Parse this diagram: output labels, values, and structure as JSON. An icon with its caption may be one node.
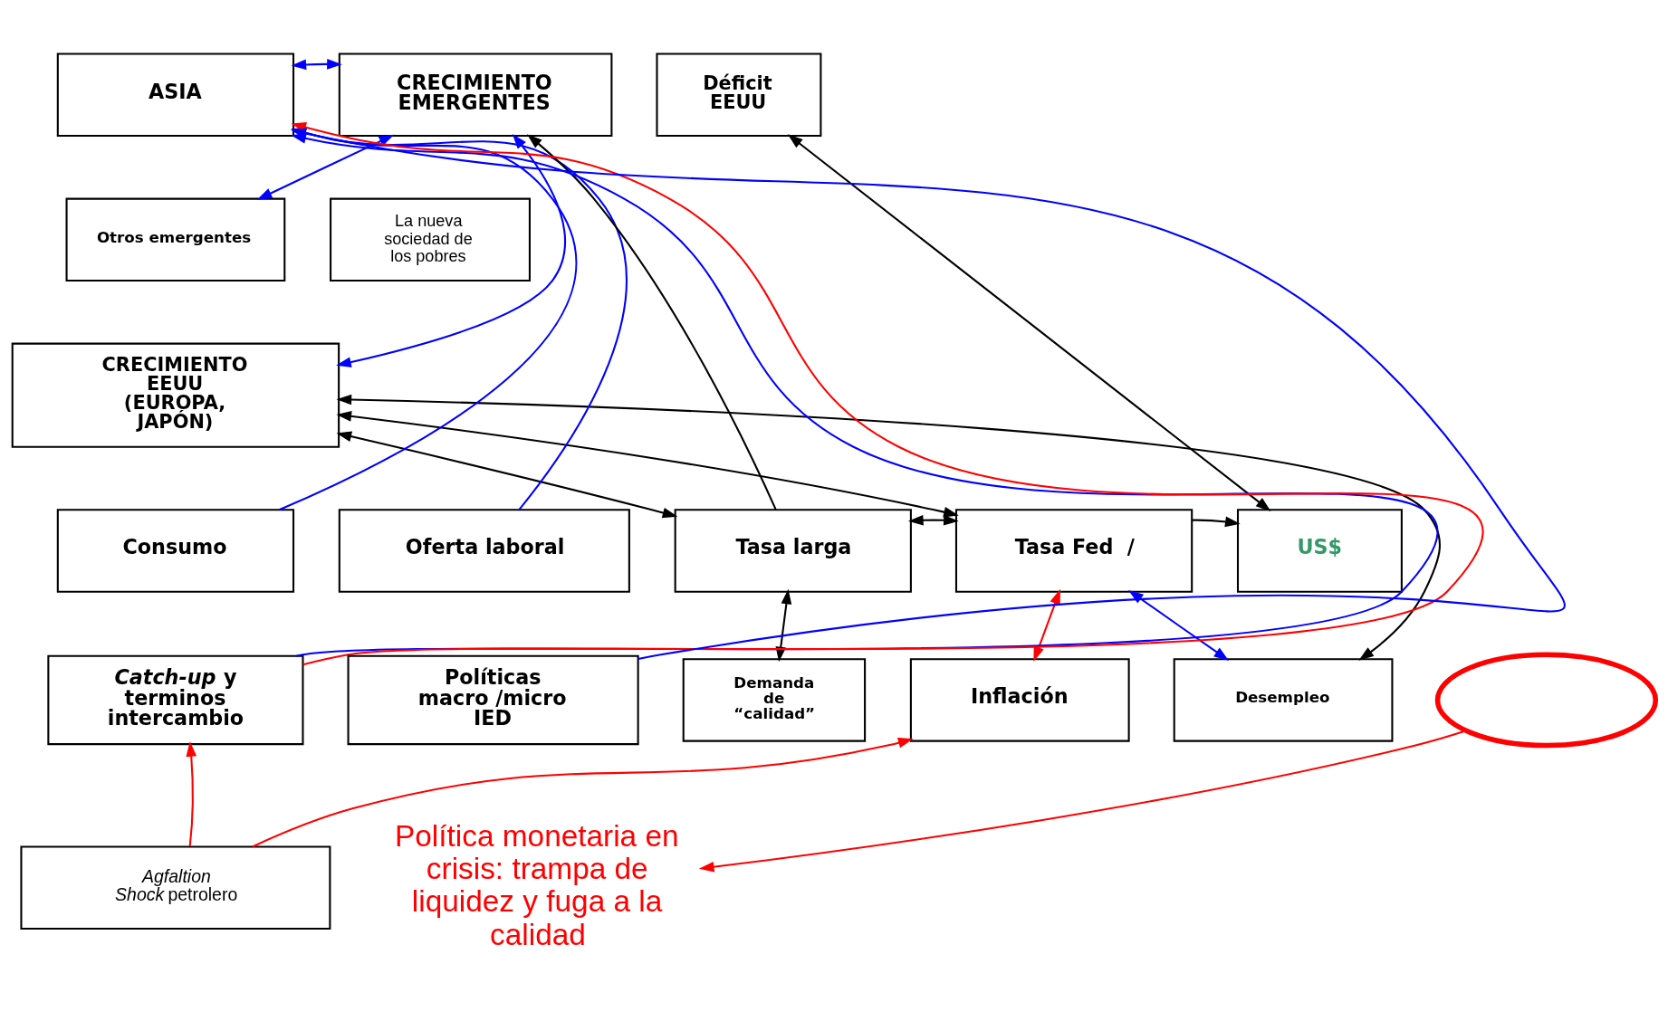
{
  "diagram": {
    "nodes": [
      {
        "text": [
          "ASIA"
        ]
      },
      {
        "text": [
          "CRECIMIENTO EMERGENTES"
        ]
      },
      {
        "text": [
          "Déficit EEUU"
        ]
      },
      {
        "text": [
          "Otros emergentes"
        ]
      },
      {
        "text": [
          "La nueva sociedad de los pobres"
        ]
      },
      {
        "text": [
          "CRECIMIENTO EEUU (EUROPA, JAPÓN)"
        ]
      },
      {
        "text": [
          "Consumo"
        ]
      },
      {
        "text": [
          "Oferta laboral"
        ]
      },
      {
        "text": [
          "Tasa larga"
        ]
      },
      {
        "text": [
          "Tasa Fed  /"
        ]
      },
      {
        "text": [
          "US$"
        ]
      },
      {
        "text": [
          "*Catch-up* y terminos intercambio"
        ]
      },
      {
        "text": [
          "Políticas macro /micro IED"
        ]
      },
      {
        "text": [
          "Demanda de “calidad”"
        ]
      },
      {
        "text": [
          "Inflación"
        ]
      },
      {
        "text": [
          "Desempleo"
        ]
      },
      {
        "text": [
          "*Agfaltion*",
          "*Shock* petrolero"
        ]
      },
      {
        "text": [],
        "shape": "ellipse"
      },
      {
        "text": [
          "Política monetaria en crisis: trampa de liquidez y fuga a la calidad"
        ]
      }
    ],
    "edges": [
      {
        "from": 0,
        "to": 1,
        "arrow": "both"
      },
      {
        "from": 1,
        "to": 3,
        "arrow": "both"
      },
      {
        "from": 6,
        "to": 0,
        "arrow": "to"
      },
      {
        "from": 7,
        "to": 0,
        "arrow": "to"
      },
      {
        "from": 11,
        "to": 0,
        "arrow": "to"
      },
      {
        "from": 12,
        "to": 0,
        "arrow": "to"
      },
      {
        "from": 11,
        "to": 0,
        "arrow": "to",
        "color": "#ff0000"
      },
      {
        "from": 8,
        "to": 1,
        "arrow": "to",
        "color": "#000000"
      },
      {
        "from": 1,
        "to": 5,
        "arrow": "both"
      },
      {
        "from": 5,
        "to": 8,
        "arrow": "both",
        "color": "#000000"
      },
      {
        "from": 5,
        "to": 9,
        "arrow": "both",
        "color": "#000000"
      },
      {
        "from": 5,
        "to": 15,
        "arrow": "both",
        "color": "#000000"
      },
      {
        "from": 2,
        "to": 10,
        "arrow": "both",
        "color": "#000000"
      },
      {
        "from": 8,
        "to": 9,
        "arrow": "both",
        "color": "#000000"
      },
      {
        "from": 9,
        "to": 10,
        "arrow": "to",
        "color": "#000000"
      },
      {
        "from": 8,
        "to": 13,
        "arrow": "both",
        "color": "#000000"
      },
      {
        "from": 9,
        "to": 14,
        "arrow": "both",
        "color": "#ff0000"
      },
      {
        "from": 9,
        "to": 15,
        "arrow": "both"
      },
      {
        "from": 16,
        "to": 11,
        "arrow": "to",
        "color": "#ff0000"
      },
      {
        "from": 16,
        "to": 14,
        "arrow": "to",
        "color": "#ff0000"
      },
      {
        "from": 17,
        "to": 18,
        "arrow": "to",
        "color": "#ff0000"
      }
    ]
  }
}
